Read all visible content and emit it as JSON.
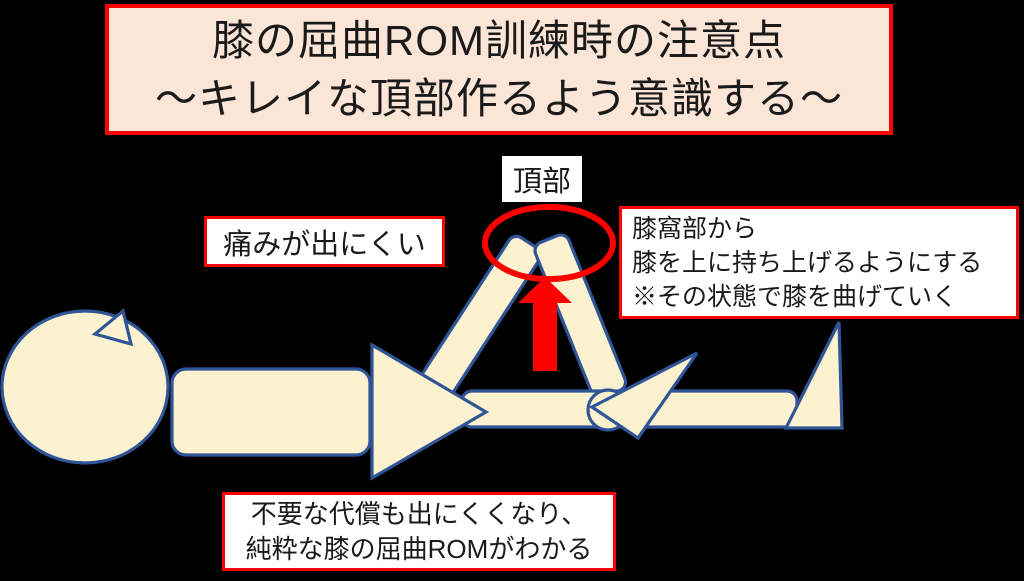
{
  "title": {
    "line1": "膝の屈曲ROM訓練時の注意点",
    "line2": "～キレイな頂部作るよう意識する～"
  },
  "apex_label": {
    "text": "頂部"
  },
  "pain_label": {
    "text": "痛みが出にくい"
  },
  "right_note": {
    "line1": "膝窩部から",
    "line2": "膝を上に持ち上げるようにする",
    "line3": "※その状態で膝を曲げていく"
  },
  "bottom_note": {
    "line1": "不要な代償も出にくくなり、",
    "line2": "純粋な膝の屈曲ROMがわかる"
  },
  "figure": {
    "description": "person lying supine with one knee flexed, apex of knee circled",
    "parts": [
      "head",
      "face-marker",
      "torso",
      "pelvis",
      "thigh",
      "shin",
      "lower-leg",
      "ankle-joint",
      "bent-foot",
      "straight-foot"
    ],
    "highlights": [
      "knee-apex-ellipse",
      "lift-up-arrow"
    ]
  },
  "colors": {
    "background": "#000000",
    "body_fill": "#FDF2CF",
    "body_stroke": "#2F5597",
    "highlight_red": "#FF0000",
    "title_fill": "#FBE5D6",
    "text": "#1a1a1a"
  }
}
